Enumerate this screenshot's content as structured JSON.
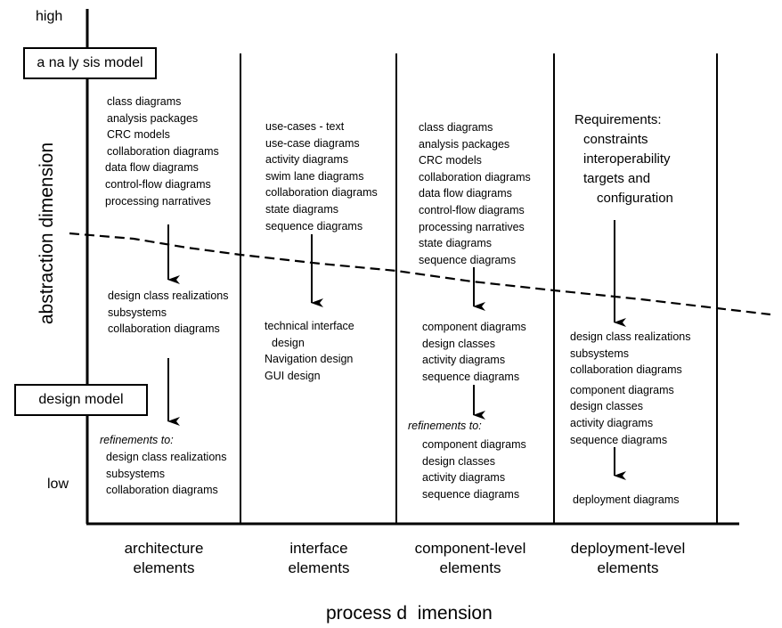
{
  "axis": {
    "high": "high",
    "low": "low",
    "vertical_title": "abstraction dimension",
    "horizontal_title": "process d  imension"
  },
  "boxes": {
    "analysis_model": "a na ly sis model",
    "design_model": "design model"
  },
  "columns": [
    {
      "line1": "architecture",
      "line2": "elements"
    },
    {
      "line1": "interface",
      "line2": "elements"
    },
    {
      "line1": "component-level",
      "line2": "elements"
    },
    {
      "line1": "deployment-level",
      "line2": "elements"
    }
  ],
  "architecture": {
    "analysis": [
      "class diagrams",
      "analysis packages",
      "CRC models",
      "collaboration diagrams",
      "data flow diagrams",
      "control-flow diagrams",
      "processing narratives"
    ],
    "design": [
      "design class realizations",
      "subsystems",
      "collaboration diagrams"
    ],
    "refinements_label": "refinements to:",
    "refinements": [
      "design class realizations",
      "subsystems",
      "collaboration diagrams"
    ]
  },
  "interface": {
    "analysis": [
      "use-cases - text",
      "use-case diagrams",
      "activity diagrams",
      "swim lane diagrams",
      "collaboration diagrams",
      "state diagrams",
      "sequence diagrams"
    ],
    "design": [
      "technical interface",
      "design",
      "Navigation design",
      "GUI design"
    ]
  },
  "component": {
    "analysis": [
      "class diagrams",
      "analysis packages",
      "CRC models",
      "collaboration diagrams",
      "data flow diagrams",
      "control-flow diagrams",
      "processing narratives",
      "state diagrams",
      "sequence diagrams"
    ],
    "design": [
      "component diagrams",
      "design classes",
      "activity diagrams",
      "sequence diagrams"
    ],
    "refinements_label": "refinements to:",
    "refinements": [
      "component diagrams",
      "design classes",
      "activity diagrams",
      "sequence diagrams"
    ]
  },
  "deployment": {
    "requirements_title": "Requirements:",
    "requirements": [
      "constraints",
      "interoperability",
      "targets and",
      "configuration"
    ],
    "design": [
      "design class realizations",
      "subsystems",
      "collaboration diagrams",
      "component diagrams",
      "design classes",
      "activity diagrams",
      "sequence diagrams"
    ],
    "final": "deployment diagrams"
  }
}
